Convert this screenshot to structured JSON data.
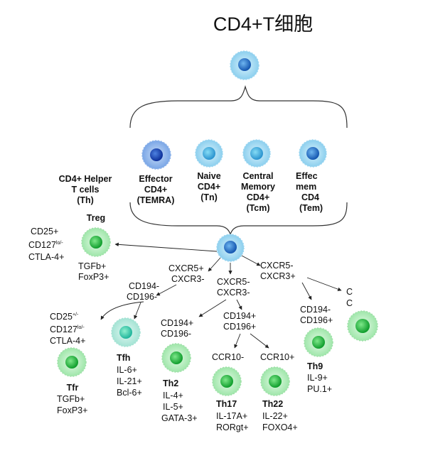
{
  "title": "CD4+T细胞",
  "helper_label": [
    "CD4+ Helper",
    "T cells",
    "(Th)"
  ],
  "subsets": [
    {
      "id": "temra",
      "lines": [
        "Effector",
        "CD4+",
        "(TEMRA)"
      ]
    },
    {
      "id": "naive",
      "lines": [
        "Naive",
        "CD4+",
        "(Tn)"
      ]
    },
    {
      "id": "tcm",
      "lines": [
        "Central",
        "Memory",
        "CD4+",
        "(Tcm)"
      ]
    },
    {
      "id": "tem",
      "lines": [
        "Effec",
        "mem",
        "CD4",
        "(Tem)"
      ]
    }
  ],
  "treg": {
    "name": "Treg",
    "left_markers": [
      "CD25+",
      "CD127",
      "CTLA-4+"
    ],
    "sup": "lo/-",
    "bottom": [
      "TGFb+",
      "FoxP3+"
    ]
  },
  "branch_cxcr5": [
    "CXCR5+",
    "CXCR3-"
  ],
  "branch_cd194_neg": [
    "CD194-",
    "CD196-"
  ],
  "tfr": {
    "name": "Tfr",
    "markers": [
      "CD25",
      "CD127",
      "CTLA-4+"
    ],
    "sup1": "+/-",
    "sup2": "lo/-",
    "bottom": [
      "TGFb+",
      "FoxP3+"
    ]
  },
  "tfh": {
    "name": "Tfh",
    "markers": [
      "IL-6+",
      "IL-21+",
      "Bcl-6+"
    ]
  },
  "branch_cxcr5neg": [
    "CXCR5-",
    "CXCR3-"
  ],
  "branch_cd194pos_196neg": [
    "CD194+",
    "CD196-"
  ],
  "th2": {
    "name": "Th2",
    "markers": [
      "IL-4+",
      "IL-5+",
      "GATA-3+"
    ]
  },
  "branch_cd194pos_196pos": [
    "CD194+",
    "CD196+"
  ],
  "ccr10_neg": "CCR10-",
  "ccr10_pos": "CCR10+",
  "th17": {
    "name": "Th17",
    "markers": [
      "IL-17A+",
      "RORgt+"
    ]
  },
  "th22": {
    "name": "Th22",
    "markers": [
      "IL-22+",
      "FOXO4+"
    ]
  },
  "branch_cxcr5neg_cxcr3pos": [
    "CXCR5-",
    "CXCR3+"
  ],
  "branch_cd194neg_196pos": [
    "CD194-",
    "CD196+"
  ],
  "th9": {
    "name": "Th9",
    "markers": [
      "IL-9+",
      "PU.1+"
    ]
  },
  "cut_c": [
    "C",
    "C"
  ],
  "colors": {
    "blue_core": "#1e6fc8",
    "light_blue": "#8fd0ef",
    "green_core": "#1fb53a",
    "green_light": "#a8eab0"
  }
}
